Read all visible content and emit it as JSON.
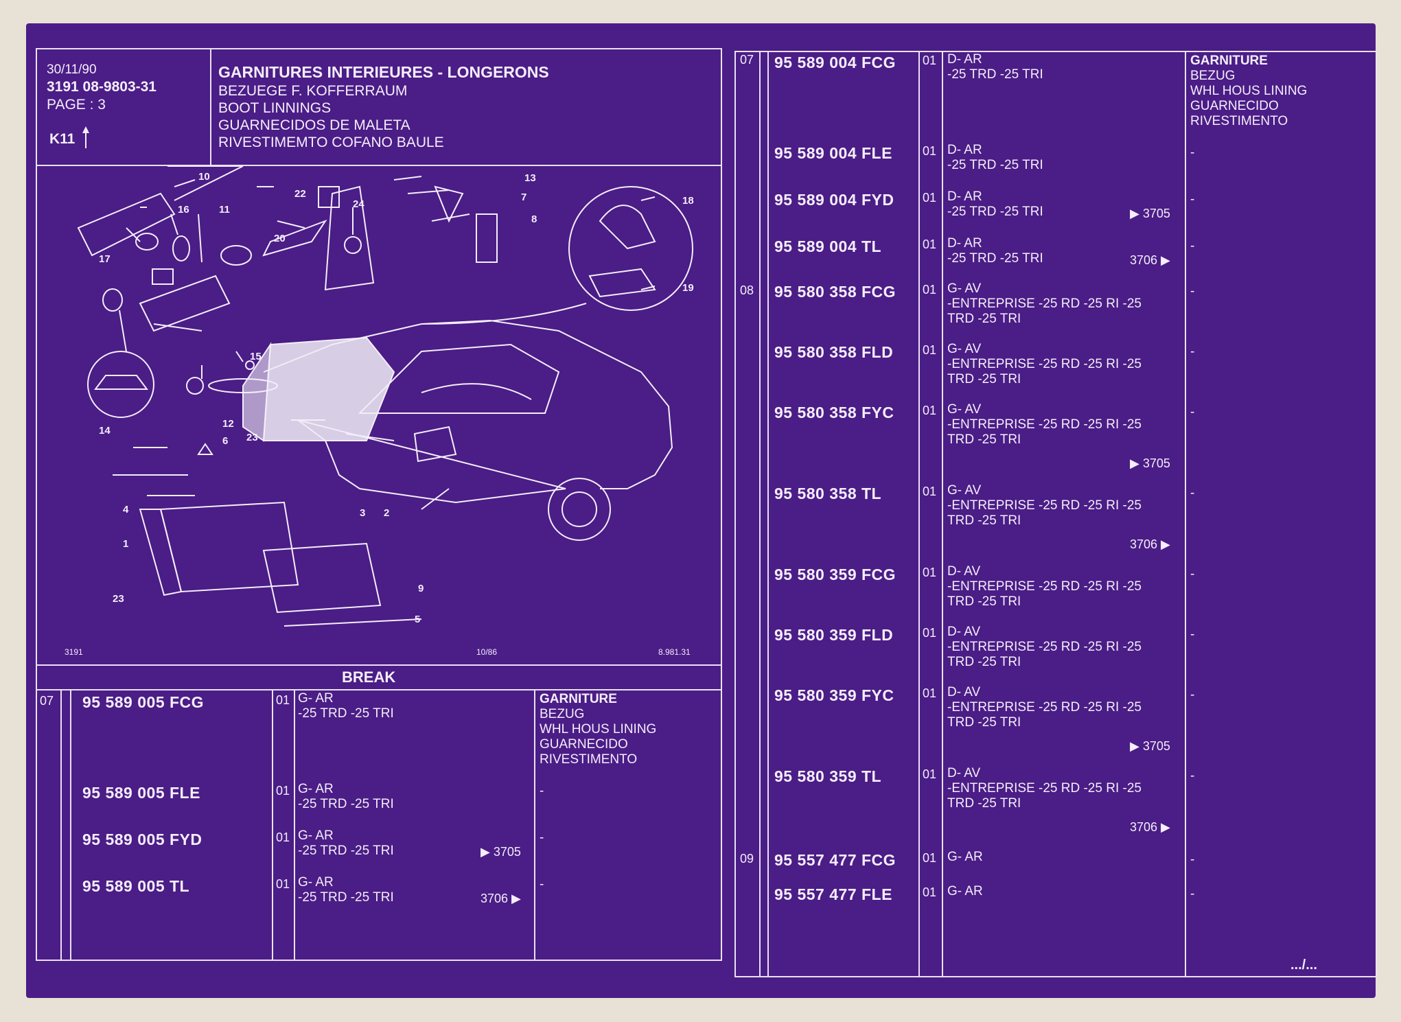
{
  "header": {
    "date": "30/11/90",
    "code": "3191  08-9803-31",
    "page": "PAGE : 3",
    "section": "K11",
    "title": "GARNITURES INTERIEURES - LONGERONS",
    "translations": [
      "BEZUEGE F. KOFFERRAUM",
      "BOOT LINNINGS",
      "GUARNECIDOS DE MALETA",
      "RIVESTIMEMTO COFANO BAULE"
    ]
  },
  "diagram": {
    "callouts": [
      "1",
      "2",
      "3",
      "4",
      "5",
      "6",
      "7",
      "8",
      "9",
      "10",
      "11",
      "12",
      "13",
      "14",
      "15",
      "16",
      "17",
      "18",
      "19",
      "20",
      "22",
      "23",
      "23",
      "24"
    ],
    "footer_left": "3191",
    "footer_mid": "10/86",
    "footer_right": "8.981.31"
  },
  "break": {
    "title": "BREAK",
    "group": "07",
    "designation": [
      "GARNITURE",
      "BEZUG",
      "WHL HOUS LINING",
      "GUARNECIDO",
      "RIVESTIMENTO"
    ],
    "rows": [
      {
        "part": "95 589 005 FCG",
        "qty": "01",
        "desc1": "G-  AR",
        "desc2": "-25 TRD -25 TRI",
        "ref": "",
        "dash": ""
      },
      {
        "part": "95 589 005 FLE",
        "qty": "01",
        "desc1": "G-  AR",
        "desc2": "-25 TRD -25 TRI",
        "ref": "",
        "dash": "-"
      },
      {
        "part": "95 589 005 FYD",
        "qty": "01",
        "desc1": "G-  AR",
        "desc2": "-25 TRD -25 TRI",
        "ref": "▶ 3705",
        "dash": "-"
      },
      {
        "part": "95 589 005 TL",
        "qty": "01",
        "desc1": "G-  AR",
        "desc2": "-25 TRD -25 TRI",
        "ref": "3706 ▶",
        "dash": "-"
      }
    ]
  },
  "right": {
    "designation": [
      "GARNITURE",
      "BEZUG",
      "WHL HOUS LINING",
      "GUARNECIDO",
      "RIVESTIMENTO"
    ],
    "groups": [
      "07",
      "08",
      "09"
    ],
    "rows": [
      {
        "part": "95 589 004 FCG",
        "qty": "01",
        "d1": "D-  AR",
        "d2": "-25 TRD -25 TRI",
        "d3": "",
        "ref": "",
        "dash": ""
      },
      {
        "part": "95 589 004 FLE",
        "qty": "01",
        "d1": "D-  AR",
        "d2": "-25 TRD -25 TRI",
        "d3": "",
        "ref": "",
        "dash": "-"
      },
      {
        "part": "95 589 004 FYD",
        "qty": "01",
        "d1": "D-  AR",
        "d2": "-25 TRD -25 TRI",
        "d3": "",
        "ref": "▶ 3705",
        "dash": "-"
      },
      {
        "part": "95 589 004 TL",
        "qty": "01",
        "d1": "D-  AR",
        "d2": "-25 TRD -25 TRI",
        "d3": "",
        "ref": "3706 ▶",
        "dash": "-"
      },
      {
        "part": "95 580 358 FCG",
        "qty": "01",
        "d1": "G-  AV",
        "d2": "-ENTREPRISE -25 RD -25 RI -25",
        "d3": "TRD -25 TRI",
        "ref": "",
        "dash": "-"
      },
      {
        "part": "95 580 358 FLD",
        "qty": "01",
        "d1": "G-  AV",
        "d2": "-ENTREPRISE -25 RD -25 RI -25",
        "d3": "TRD -25 TRI",
        "ref": "",
        "dash": "-"
      },
      {
        "part": "95 580 358 FYC",
        "qty": "01",
        "d1": "G-  AV",
        "d2": "-ENTREPRISE -25 RD -25 RI -25",
        "d3": "TRD -25 TRI",
        "ref": "▶ 3705",
        "dash": "-"
      },
      {
        "part": "95 580 358 TL",
        "qty": "01",
        "d1": "G-  AV",
        "d2": "-ENTREPRISE -25 RD -25 RI -25",
        "d3": "TRD -25 TRI",
        "ref": "3706 ▶",
        "dash": "-"
      },
      {
        "part": "95 580 359 FCG",
        "qty": "01",
        "d1": "D-  AV",
        "d2": "-ENTREPRISE -25 RD -25 RI -25",
        "d3": "TRD -25 TRI",
        "ref": "",
        "dash": "-"
      },
      {
        "part": "95 580 359 FLD",
        "qty": "01",
        "d1": "D-  AV",
        "d2": "-ENTREPRISE -25 RD -25 RI -25",
        "d3": "TRD -25 TRI",
        "ref": "",
        "dash": "-"
      },
      {
        "part": "95 580 359 FYC",
        "qty": "01",
        "d1": "D-  AV",
        "d2": "-ENTREPRISE -25 RD -25 RI -25",
        "d3": "TRD -25 TRI",
        "ref": "▶ 3705",
        "dash": "-"
      },
      {
        "part": "95 580 359 TL",
        "qty": "01",
        "d1": "D-  AV",
        "d2": "-ENTREPRISE -25 RD -25 RI -25",
        "d3": "TRD -25 TRI",
        "ref": "3706 ▶",
        "dash": "-"
      },
      {
        "part": "95 557 477 FCG",
        "qty": "01",
        "d1": "G-  AR",
        "d2": "",
        "d3": "",
        "ref": "",
        "dash": "-"
      },
      {
        "part": "95 557 477 FLE",
        "qty": "01",
        "d1": "G-  AR",
        "d2": "",
        "d3": "",
        "ref": "",
        "dash": "-"
      }
    ],
    "continuation": ".../..."
  },
  "colors": {
    "sheet": "#4b1d86",
    "ink": "#f4eefa",
    "background": "#e8e2d6"
  }
}
